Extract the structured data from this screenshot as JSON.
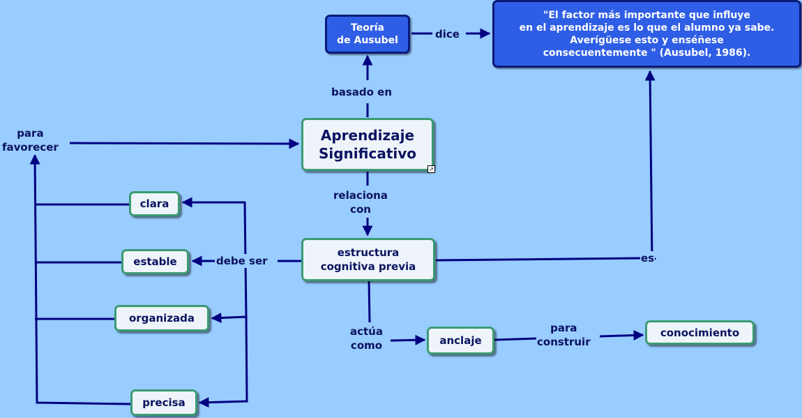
{
  "nodes": {
    "teoria": "Teoría\nde Ausubel",
    "quote": "\"El factor más importante que influye\nen el aprendizaje  es lo que el alumno ya sabe.\nAverígüese esto y enséñese\nconsecuentemente \" (Ausubel, 1986).",
    "aprendizaje": "Aprendizaje\nSignificativo",
    "estructura": "estructura\ncognitiva previa",
    "clara": "clara",
    "estable": "estable",
    "organizada": "organizada",
    "precisa": "precisa",
    "anclaje": "anclaje",
    "conocimiento": "conocimiento"
  },
  "links": {
    "dice": "dice",
    "basado_en": "basado en",
    "para_favorecer": "para\nfavorecer",
    "relaciona_con": "relaciona\ncon",
    "debe_ser": "debe ser",
    "es": "es",
    "actua_como": "actúa\ncomo",
    "para_construir": "para\nconstruir"
  },
  "colors": {
    "background": "#99ccff",
    "link_line": "#000080",
    "concept_fill": "#eef4f9",
    "concept_border": "#3a9b72",
    "highlight_fill": "#2f5ee6",
    "highlight_border": "#0a1a78",
    "text": "#0b1260"
  },
  "icons": {
    "shortcut_badge": "shortcut-arrow-icon"
  }
}
